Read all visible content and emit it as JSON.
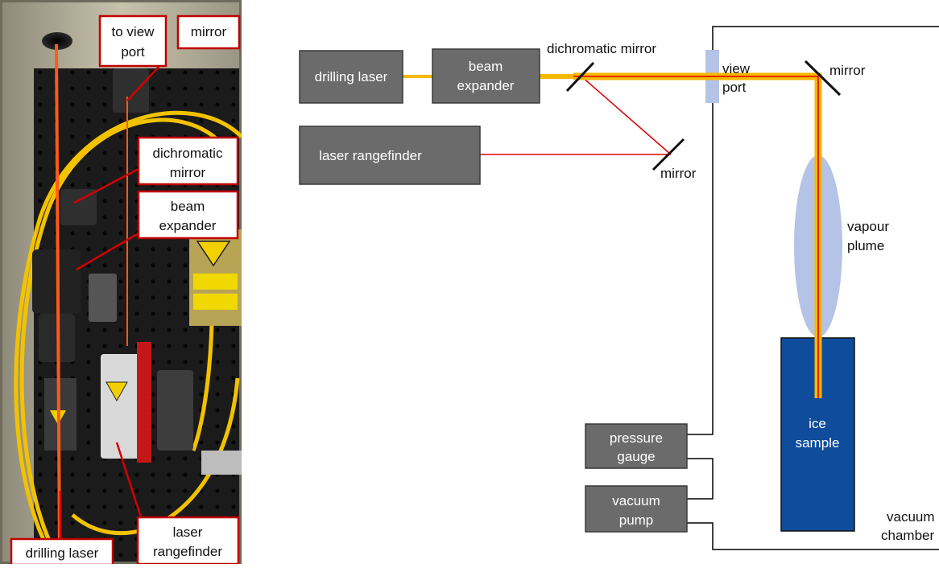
{
  "photo_panel": {
    "labels": {
      "to_view_port": [
        "to view",
        "port"
      ],
      "mirror": "mirror",
      "dichromatic_mirror": [
        "dichromatic",
        "mirror"
      ],
      "beam_expander": [
        "beam",
        "expander"
      ],
      "drilling_laser": "drilling laser",
      "laser_rangefinder": [
        "laser",
        "rangefinder"
      ]
    },
    "colors": {
      "callout_border": "#c00000",
      "pointer_line": "#d40000",
      "fiber": "#f2c200",
      "breadboard": "#1b1b1b",
      "enclosure": "#b9b39f"
    }
  },
  "schematic": {
    "blocks": {
      "drilling_laser": "drilling laser",
      "beam_expander": [
        "beam",
        "expander"
      ],
      "laser_rangefinder": "laser rangefinder",
      "pressure_gauge": [
        "pressure",
        "gauge"
      ],
      "vacuum_pump": [
        "vacuum",
        "pump"
      ]
    },
    "labels": {
      "dichromatic_mirror": "dichromatic mirror",
      "view_port": [
        "view",
        "port"
      ],
      "mirror_top": "mirror",
      "mirror_bottom": "mirror",
      "vapour_plume": [
        "vapour",
        "plume"
      ],
      "ice_sample": [
        "ice",
        "sample"
      ],
      "vacuum_chamber": [
        "vacuum",
        "chamber"
      ]
    },
    "colors": {
      "block_fill": "#6b6b6b",
      "block_text": "#ffffff",
      "drilling_beam": "#f5b800",
      "rangefinder_beam": "#e00000",
      "plume": "#b4c3e6",
      "view_port": "#b4c3e6",
      "ice_sample": "#0f4c9c",
      "line": "#000000"
    }
  }
}
